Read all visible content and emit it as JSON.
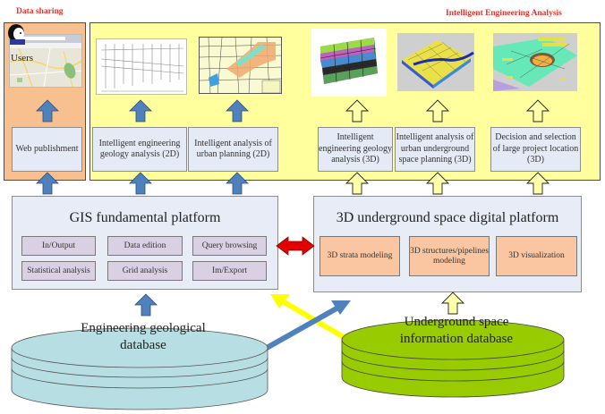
{
  "headers": {
    "data_sharing": "Data sharing",
    "intelligent_analysis": "Intelligent Engineering Analysis"
  },
  "users_label": "Users",
  "web_publishment": "Web publishment",
  "functions_2d": [
    {
      "label": "Intelligent engineering geology analysis (2D)"
    },
    {
      "label": "Intelligent analysis of urban planning (2D)"
    }
  ],
  "functions_3d": [
    {
      "label": "Intelligent engineering geology analysis (3D)"
    },
    {
      "label": "Intelligent analysis of urban underground space planning (3D)"
    },
    {
      "label": "Decision and selection of large project location (3D)"
    }
  ],
  "gis_platform": {
    "title": "GIS fundamental platform",
    "modules": [
      "In/Output",
      "Data edition",
      "Query browsing",
      "Statistical analysis",
      "Grid analysis",
      "Im/Export"
    ]
  },
  "platform_3d": {
    "title": "3D underground space digital platform",
    "modules": [
      "3D strata modeling",
      "3D structures/pipelines modeling",
      "3D visualization"
    ]
  },
  "databases": {
    "engineering": "Engineering geological database",
    "underground": "Underground space information database"
  },
  "thumbnails": [
    {
      "name": "geology-section-2d"
    },
    {
      "name": "urban-planning-map-2d"
    },
    {
      "name": "strata-fence-diagram-3d"
    },
    {
      "name": "underground-space-model-3d"
    },
    {
      "name": "project-location-model-3d"
    }
  ],
  "colors": {
    "header_red": "#e8312a",
    "sharing_panel": "#f9c08f",
    "analysis_panel": "#ffff9d",
    "blue_arrow": "#4f81bd",
    "yellow_arrow": "#ffffaa",
    "bidirectional_arrow": "#e00000",
    "engineering_db": "#b7dfe3",
    "underground_db": "#99cc00"
  }
}
